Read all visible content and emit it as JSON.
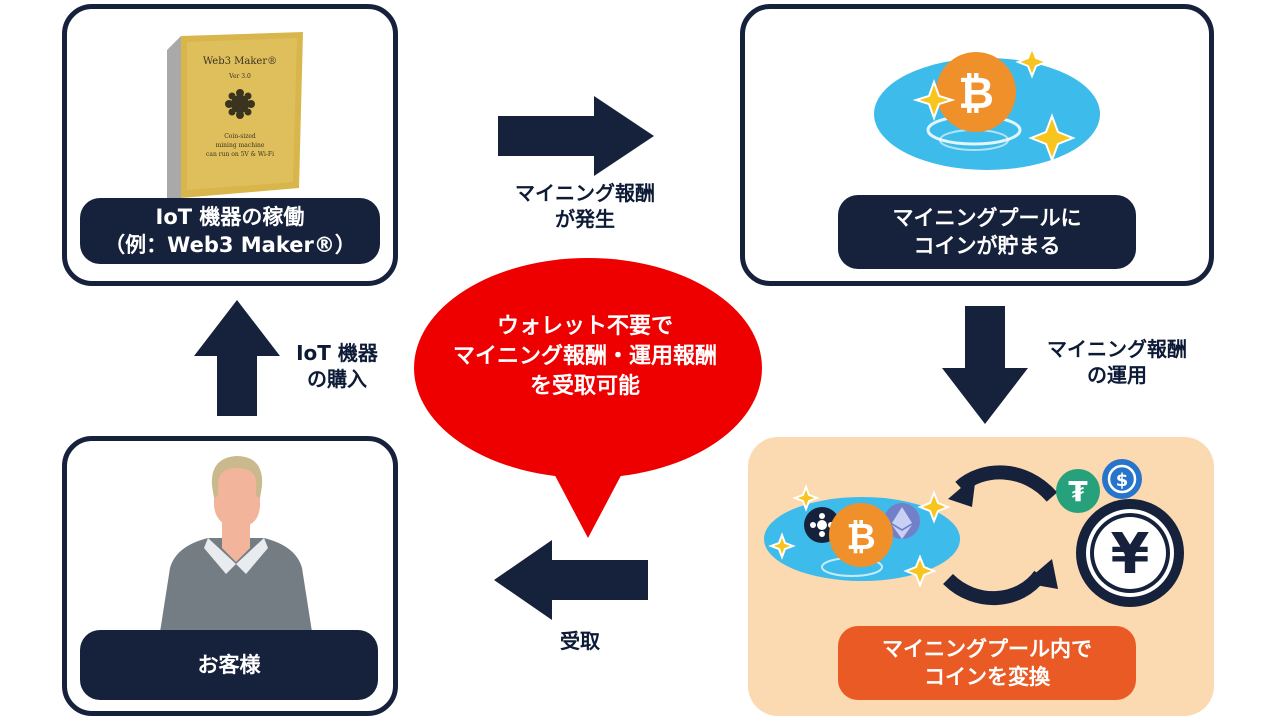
{
  "nodes": {
    "iot_operation": {
      "label_line1": "IoT 機器の稼働",
      "label_line2": "（例：Web3 Maker®）",
      "device": {
        "title": "Web3 Maker®",
        "version": "Ver 3.0",
        "desc_line1": "Coin-sized",
        "desc_line2": "mining machine",
        "desc_line3": "can run on 5V & Wi-Fi"
      }
    },
    "mining_pool": {
      "label_line1": "マイニングプールに",
      "label_line2": "コインが貯まる",
      "coin_symbol": "₿"
    },
    "conversion": {
      "label_line1": "マイニングプール内で",
      "label_line2": "コインを変換",
      "coin_symbol": "₿",
      "yen_symbol": "¥",
      "tether_symbol": "₮",
      "usdc_symbol": "$"
    },
    "customer": {
      "label": "お客様"
    }
  },
  "edges": {
    "reward_generated": {
      "line1": "マイニング報酬",
      "line2": "が発生"
    },
    "reward_operation": {
      "line1": "マイニング報酬",
      "line2": "の運用"
    },
    "receive": {
      "line1": "受取"
    },
    "purchase": {
      "line1": "IoT 機器",
      "line2": "の購入"
    }
  },
  "callout": {
    "line1": "ウォレット不要で",
    "line2": "マイニング報酬・運用報酬",
    "line3": "を受取可能"
  },
  "colors": {
    "navy": "#16213c",
    "red": "#ee0000",
    "orange_bg": "#fbd9b1",
    "orange_label": "#ea5a24",
    "pool_blue": "#3dbbea",
    "bitcoin": "#f0902a",
    "sparkle": "#f7c51e"
  }
}
